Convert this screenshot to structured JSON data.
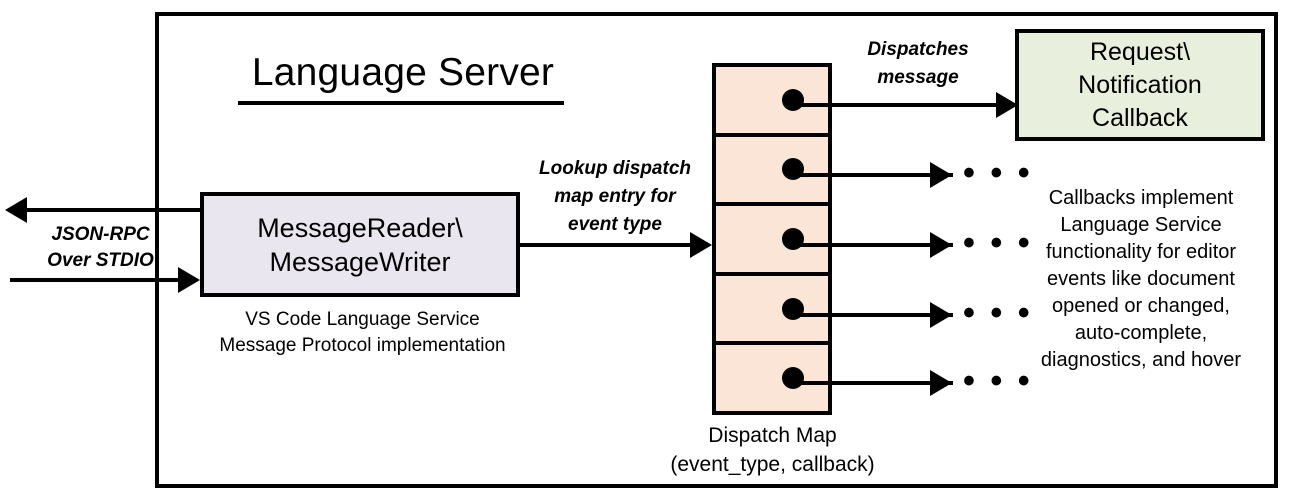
{
  "diagram": {
    "frame_title": "Language Server",
    "colors": {
      "message_box_fill": "#E9E6F0",
      "dispatch_map_fill": "#FBE5D6",
      "callback_box_fill": "#E8EFDC",
      "stroke": "#000000",
      "background": "#FFFFFF"
    }
  },
  "message_io": {
    "box_line1": "MessageReader\\",
    "box_line2": "MessageWriter",
    "caption_line1": "VS Code Language Service",
    "caption_line2": "Message Protocol implementation",
    "transport_line1": "JSON-RPC",
    "transport_line2": "Over STDIO"
  },
  "lookup": {
    "line1": "Lookup dispatch",
    "line2": "map entry for",
    "line3": "event type"
  },
  "dispatch": {
    "label_line1": "Dispatches",
    "label_line2": "message",
    "caption_line1": "Dispatch Map",
    "caption_line2": "(event_type, callback)",
    "rows": [
      {
        "index": 1,
        "target": "Request\\Notification Callback"
      },
      {
        "index": 2,
        "target": "..."
      },
      {
        "index": 3,
        "target": "..."
      },
      {
        "index": 4,
        "target": "..."
      },
      {
        "index": 5,
        "target": "..."
      }
    ],
    "ellipsis": "• • •"
  },
  "callback": {
    "box_line1": "Request\\",
    "box_line2": "Notification",
    "box_line3": "Callback",
    "caption_line1": "Callbacks implement",
    "caption_line2": "Language Service",
    "caption_line3": "functionality for editor",
    "caption_line4": "events like document",
    "caption_line5": "opened or changed,",
    "caption_line6": "auto-complete,",
    "caption_line7": "diagnostics, and hover"
  }
}
